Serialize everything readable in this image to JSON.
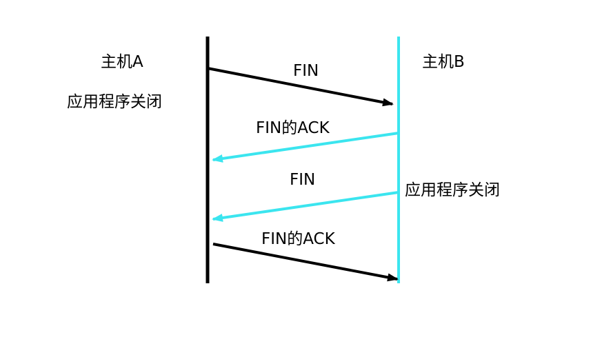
{
  "hosts": {
    "a": {
      "label": "主机A",
      "line_color": "#000000"
    },
    "b": {
      "label": "主机B",
      "line_color": "#3be5ef"
    }
  },
  "notes": {
    "a_close": "应用程序关闭",
    "b_close": "应用程序关闭"
  },
  "messages": [
    {
      "label": "FIN",
      "from": "A",
      "to": "B",
      "color": "#000000"
    },
    {
      "label": "FIN的ACK",
      "from": "B",
      "to": "A",
      "color": "#3be5ef"
    },
    {
      "label": "FIN",
      "from": "B",
      "to": "A",
      "color": "#3be5ef"
    },
    {
      "label": "FIN的ACK",
      "from": "A",
      "to": "B",
      "color": "#000000"
    }
  ]
}
